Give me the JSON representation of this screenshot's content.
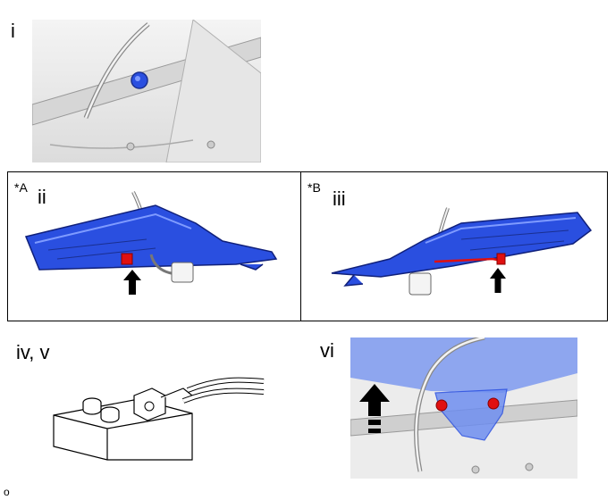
{
  "labels": {
    "step1": "i",
    "step2": "ii",
    "step3": "iii",
    "step4": "iv, v",
    "step5": "vi",
    "view_a": "*A",
    "view_b": "*B",
    "footer": "o"
  },
  "colors": {
    "part_blue": "#2a4fe0",
    "highlight_red": "#e01010",
    "arrow_black": "#000000",
    "panel_gray": "#ececec"
  },
  "icons": [
    "arrow-up-icon",
    "dashed-arrow-up-icon"
  ]
}
